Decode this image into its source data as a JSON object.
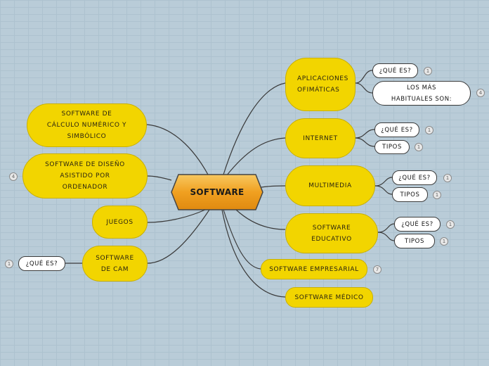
{
  "root": {
    "label": "SOFTWARE"
  },
  "left_branches": [
    {
      "label": "SOFTWARE DE CÁLCULO NUMÉRICO Y SIMBÓLICO"
    },
    {
      "label": "SOFTWARE DE DISEÑO ASISTIDO POR ORDENADOR",
      "badge": "4"
    },
    {
      "label": "JUEGOS"
    },
    {
      "label": "SOFTWARE DE CAM",
      "children": [
        {
          "label": "¿QUÉ ES?",
          "badge": "1"
        }
      ]
    }
  ],
  "right_branches": [
    {
      "label": "APLICACIONES OFIMÁTICAS",
      "children": [
        {
          "label": "¿QUÉ ES?",
          "badge": "1"
        },
        {
          "label": "LOS MÁS HABITUALES SON:",
          "badge": "4"
        }
      ]
    },
    {
      "label": "INTERNET",
      "children": [
        {
          "label": "¿QUÉ ES?",
          "badge": "1"
        },
        {
          "label": "TIPOS",
          "badge": "1"
        }
      ]
    },
    {
      "label": "MULTIMEDIA",
      "children": [
        {
          "label": "¿QUÉ ES?",
          "badge": "1"
        },
        {
          "label": "TIPOS",
          "badge": "1"
        }
      ]
    },
    {
      "label": "SOFTWARE EDUCATIVO",
      "children": [
        {
          "label": "¿QUÉ ES?",
          "badge": "1"
        },
        {
          "label": "TIPOS",
          "badge": "1"
        }
      ]
    },
    {
      "label": "SOFTWARE EMPRESARIAL",
      "badge": "7"
    },
    {
      "label": "SOFTWARE MÉDICO"
    }
  ],
  "colors": {
    "node": "#f2d500",
    "root": "#f0a020",
    "line": "#3a3a3a",
    "background": "#b9ccd8"
  }
}
